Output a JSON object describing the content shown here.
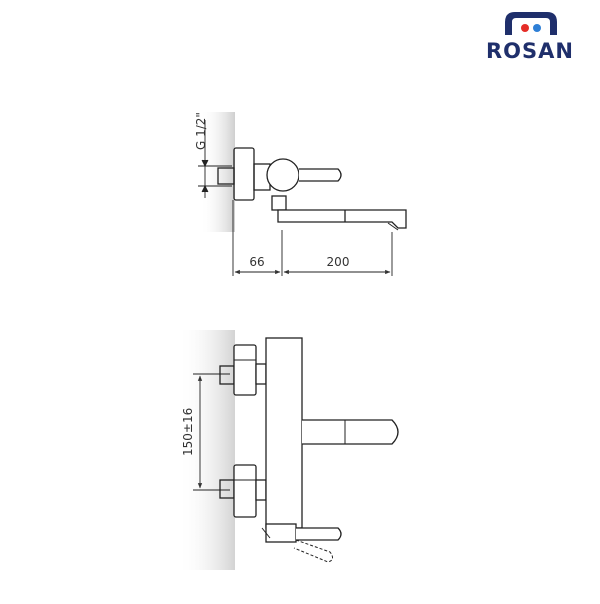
{
  "brand": {
    "name": "ROSAN",
    "colors": {
      "navy": "#1f2f6b",
      "red": "#e52d27",
      "blue": "#2e7fd6"
    }
  },
  "drawing": {
    "top_view": {
      "thread_label": "G 1/2\"",
      "dim_body": "66",
      "dim_spout": "200"
    },
    "front_view": {
      "dim_spacing": "150±16"
    }
  }
}
